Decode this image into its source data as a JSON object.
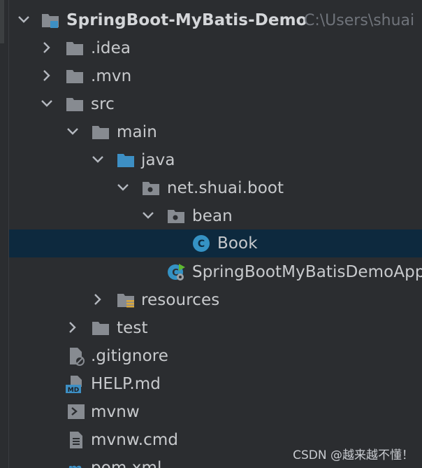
{
  "tree": {
    "project": {
      "name": "SpringBoot-MyBatis-Demo",
      "path": "C:\\Users\\shuai"
    },
    "items": [
      {
        "label": ".idea"
      },
      {
        "label": ".mvn"
      },
      {
        "label": "src"
      },
      {
        "label": "main"
      },
      {
        "label": "java"
      },
      {
        "label": "net.shuai.boot"
      },
      {
        "label": "bean"
      },
      {
        "label": "Book"
      },
      {
        "label": "SpringBootMyBatisDemoApplication"
      },
      {
        "label": "resources"
      },
      {
        "label": "test"
      },
      {
        "label": ".gitignore"
      },
      {
        "label": "HELP.md"
      },
      {
        "label": "mvnw"
      },
      {
        "label": "mvnw.cmd"
      },
      {
        "label": "pom.xml"
      }
    ]
  },
  "colors": {
    "background": "#2b2d30",
    "selection": "#0d293e",
    "folder": "#878b91",
    "source_folder": "#3d8fc4",
    "class_icon": "#3592c4",
    "run_badge": "#5fb832"
  },
  "watermark": "CSDN @越来越不懂！"
}
